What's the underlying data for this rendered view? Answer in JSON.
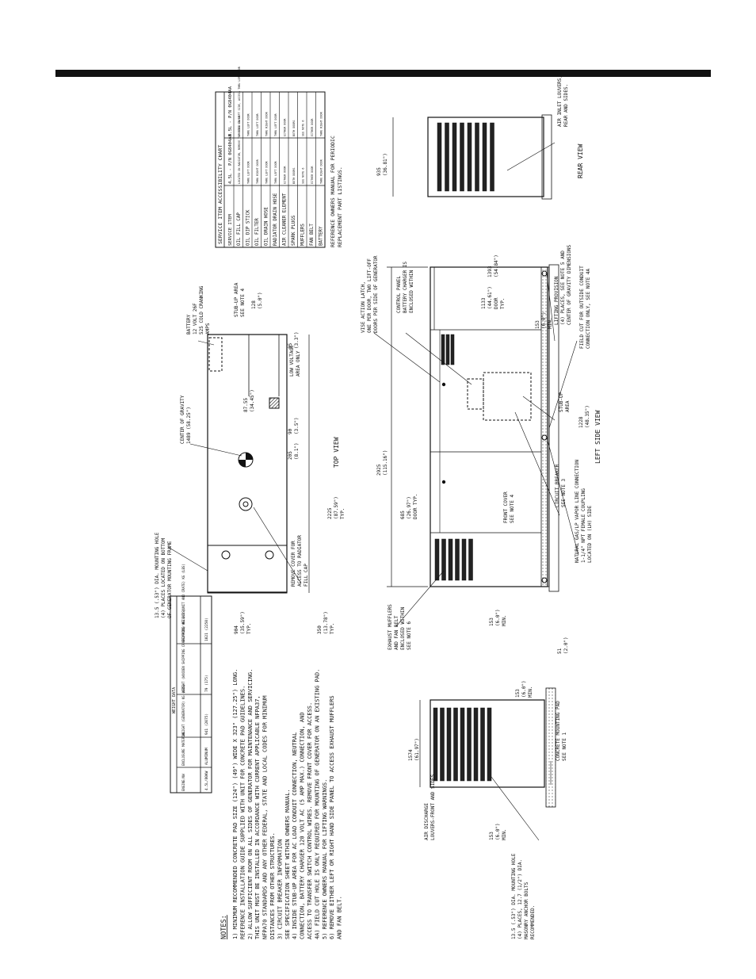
{
  "notes": {
    "heading": "NOTES:",
    "items": [
      "1)  MINIMUM RECOMMENDED CONCRETE PAD SIZE (124\") (49\") WIDE X 323\" (127.25\") LONG.",
      "     REFERENCE INSTALLATION GUIDE SUPPLIED WITH UNIT FOR CONCRETE PAD GUIDELINES.",
      "2)  ALLOW SUFFICIENT ROOM ON ALL SIDES OF GENERATOR FOR MAINTENANCE AND SERVICING.",
      "     THIS UNIT MUST BE INSTALLED IN ACCORDANCE WITH CURRENT APPLICABLE NFPA37,",
      "     NFPA70 STANDARDS AND ANY OTHER FEDERAL, STATE AND LOCAL CODES FOR MINIMUM",
      "     DISTANCES FROM OTHER STRUCTURES.",
      "3)  CIRCUIT BREAKER INFORMATION",
      "     SEE SPECIFICATION SHEET WITHIN OWNERS MANUAL.",
      "4)  INSIDE STUB-UP AREA FOR AC LOAD CONDUIT CONNECTION, NEUTRAL",
      "     CONNECTION, BATTERY CHARGER 120 VOLT AC (5 AMP MAX.) CONNECTION, AND",
      "     ACCESS TO TRANSFER SWITCH CONTROL WIRES. REMOVE FRONT COVER FOR ACCESS.",
      "4A) FIELD CUT HOLE IS ONLY REQUIRED FOR MOUNTING OF GENERATOR ON AN EXISTING PAD.",
      "5)  REFERENCE OWNERS MANUAL FOR LIFTING WARNINGS.",
      "6)  REMOVE EITHER LEFT OR RIGHT HAND SIDE PANEL TO ACCESS EXHAUST MUFFLERS",
      "     AND FAN BELT."
    ]
  },
  "weight_table": {
    "title": "WEIGHT DATA",
    "headers": [
      "ENGINE/KW",
      "ENCLOSURE MATERIAL",
      "WEIGHT (GENERATOR) KG (LBS)",
      "WEIGHT (WOODEN SHIPPING CRATE/SKID) KG (LBS)",
      "SHIPPING WEIGHT (UNIT AND CRATE) KG (LBS)"
    ],
    "rows": [
      [
        "4.5L/80KW",
        "ALUMINUM",
        "941 (2075)",
        "79 (175)",
        "1021 (2250)"
      ]
    ]
  },
  "service_chart": {
    "title": "SERVICE ITEM ACCESSIBILITY CHART",
    "headers": [
      "SERVICE ITEM",
      "4.5L - P/N 0G8404AB",
      "4.5L - P/N 0G8404AA"
    ],
    "rows": [
      [
        "OIL FILL CAP",
        "LOCATED ON RADIATOR, REMOVE TOP FILL COVER",
        "LOCATED ON LEFT SIDE, ACCESS THRU LEFT DOOR"
      ],
      [
        "OIL DIP STICK",
        "THRU LEFT DOOR",
        "THRU LEFT DOOR"
      ],
      [
        "OIL FILTER",
        "THRU RIGHT DOOR",
        "THRU LEFT DOOR"
      ],
      [
        "OIL DRAIN HOSE",
        "THRU LEFT DOOR",
        "THRU RIGHT DOOR"
      ],
      [
        "RADIATOR DRAIN HOSE",
        "THRU LEFT DOOR",
        "THRU LEFT DOOR"
      ],
      [
        "AIR CLEANER ELEMENT",
        "EITHER DOOR",
        "EITHER DOOR"
      ],
      [
        "SPARK PLUGS",
        "BOTH DOORS",
        "BOTH DOORS"
      ],
      [
        "MUFFLERS",
        "SEE NOTE 6",
        "SEE NOTE 6"
      ],
      [
        "FAN BELT",
        "EITHER DOOR",
        "EITHER DOOR"
      ],
      [
        "BATTERY",
        "THRU RIGHT DOOR",
        "THRU RIGHT DOOR"
      ]
    ],
    "footnote": [
      "REFERENCE OWNERS MANUAL FOR PERIODIC",
      "REPLACEMENT PART LISTINGS."
    ]
  },
  "top_view": {
    "title": "TOP VIEW",
    "labels": {
      "mounting": [
        "13.5 (.53\") DIA. MOUNTING HOLE",
        "(4) PLACES LOCATED ON BOTTOM",
        "OF GENERATOR MOUNTING FRAME"
      ],
      "cog": [
        "CENTER OF GRAVITY",
        "1489 (58.25\")"
      ],
      "battery": [
        "BATTERY",
        "12 VOLT 26F",
        "525 COLD CRANKING",
        "AMPS"
      ],
      "stub": [
        "STUB-UP AREA",
        "SEE NOTE 4"
      ],
      "lowvolt": [
        "LOW VOLTAGE",
        "AREA ONLY"
      ],
      "cover": [
        "REMOVE COVER FOR",
        "ACCESS TO RADIATOR",
        "FILL CAP"
      ]
    },
    "dims": {
      "d904": [
        "904",
        "(35.59\")",
        "TYP."
      ],
      "d350": [
        "350",
        "(13.78\")",
        "TYP."
      ],
      "d2225": [
        "2225",
        "(87.59\")",
        "TYP."
      ],
      "d8755": [
        "87.55",
        "(34.45\")"
      ],
      "d85": [
        "85",
        "(3.3\")"
      ],
      "d128": [
        "128",
        "(5.0\")"
      ],
      "d90": [
        "90",
        "(3.5\")"
      ],
      "d205": [
        "205",
        "(8.1\")"
      ]
    }
  },
  "left_view": {
    "title": "LEFT SIDE VIEW",
    "labels": {
      "latch": [
        "VISE ACTION LATCH,",
        "ONE PER DOOR, TWO LIFT-OFF",
        "DOORS PER SIDE OF GENERATOR"
      ],
      "panel": [
        "CONTROL PANEL",
        "BATTERY CHARGER IS",
        "ENCLOSED WITHIN"
      ],
      "lift": [
        "LIFTING PROVISION",
        "(4) PLACES, SEE NOTE 5 AND",
        "CENTER OF GRAVITY DIMENSIONS"
      ],
      "fieldcut": [
        "FIELD CUT FOR OUTSIDE CONDUIT",
        "CONNECTION ONLY, SEE NOTE 4A"
      ],
      "stubup": [
        "STUB-UP",
        "AREA"
      ],
      "front": [
        "FRONT COVER",
        "SEE NOTE 4"
      ],
      "breaker": [
        "CIRCUIT BREAKER",
        "SEE NOTE 3"
      ],
      "gas": [
        "NATURAL GAS/LP VAPOR LINE CONNECTION",
        "1-1/4\" NPT FEMALE COUPLING",
        "LOCATED ON (LH) SIDE"
      ],
      "exhaust": [
        "EXHAUST MUFFLERS",
        "AND FAN BELT",
        "ENCLOSED WITHIN",
        "SEE NOTE 6"
      ]
    },
    "dims": {
      "d2925": [
        "2925",
        "(115.16\")"
      ],
      "d685": [
        "685",
        "(26.97\")",
        "DOOR TYP."
      ],
      "d1133": [
        "1133",
        "(44.61\")",
        "DOOR",
        "TYP."
      ],
      "d1393": [
        "1393",
        "(54.84\")"
      ],
      "d1228": [
        "1228",
        "(48.35\")"
      ],
      "d153a": [
        "153",
        "(6.0\")",
        "MIN."
      ],
      "d153b": [
        "153",
        "(6.0\")",
        "MIN."
      ],
      "d51": [
        "51",
        "(2.0\")"
      ]
    }
  },
  "rear_view": {
    "title": "REAR VIEW",
    "labels": {
      "inlet": [
        "AIR INLET LOUVERS,",
        "REAR AND SIDES."
      ]
    },
    "dims": {
      "d935": [
        "935",
        "(36.81\")"
      ]
    }
  },
  "front_view": {
    "labels": {
      "discharge": [
        "AIR DISCHARGE",
        "LOUVERS-FRONT AND SIDES"
      ],
      "pad": [
        "CONCRETE MOUNTING PAD",
        "SEE NOTE 1"
      ],
      "hole": [
        "13.5 (.53\") DIA. MOUNTING HOLE",
        "(4) PLACES, 12.7 (1/2\") DIA.",
        "MASONRY ANCHOR BOLTS",
        "RECOMMENDED."
      ]
    },
    "dims": {
      "d1574": [
        "1574",
        "(61.97\")"
      ],
      "d153a": [
        "153",
        "(6.0\")",
        "MIN."
      ],
      "d153b": [
        "153",
        "(6.0\")",
        "MIN."
      ]
    }
  }
}
